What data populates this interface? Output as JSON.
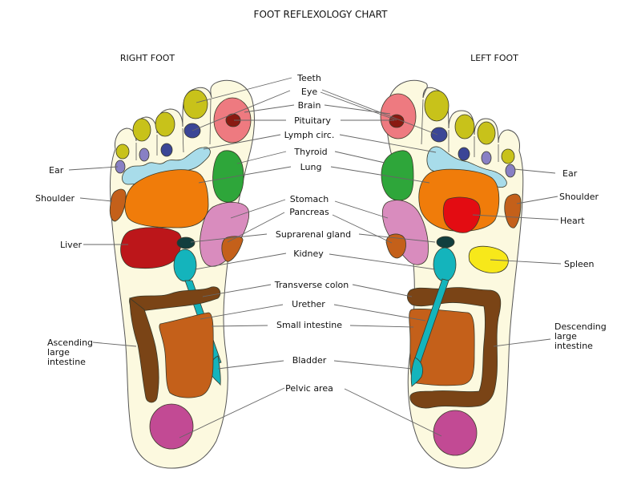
{
  "title": "FOOT REFLEXOLOGY CHART",
  "right_foot_label": "RIGHT FOOT",
  "left_foot_label": "LEFT FOOT",
  "center_labels": {
    "teeth": "Teeth",
    "eye": "Eye",
    "brain": "Brain",
    "pituitary": "Pituitary",
    "lymph": "Lymph circ.",
    "thyroid": "Thyroid",
    "lung": "Lung",
    "stomach": "Stomach",
    "pancreas": "Pancreas",
    "suprarenal": "Suprarenal gland",
    "kidney": "Kidney",
    "transverse": "Transverse colon",
    "urether": "Urether",
    "small_intestine": "Small intestine",
    "bladder": "Bladder",
    "pelvic": "Pelvic area"
  },
  "left_side_labels": {
    "ear": "Ear",
    "shoulder": "Shoulder",
    "liver": "Liver",
    "ascending": [
      "Ascending",
      "large",
      "intestine"
    ]
  },
  "right_side_labels": {
    "ear": "Ear",
    "shoulder": "Shoulder",
    "heart": "Heart",
    "spleen": "Spleen",
    "descending": [
      "Descending",
      "large",
      "intestine"
    ]
  },
  "colors": {
    "foot": "#fcf9df",
    "teeth": "#c8c21a",
    "brain": "#ee7a80",
    "pituitary": "#8a1a12",
    "eye": "#3b4696",
    "ear": "#8880c4",
    "lymph": "#a8dcea",
    "thyroid": "#2ea63a",
    "lung": "#f07c0a",
    "stomach": "#d98cbe",
    "pancreas": "#c4601a",
    "suprarenal": "#123e3e",
    "kidney": "#14b4bc",
    "colon": "#7a4416",
    "small_intestine": "#c4601a",
    "pelvic": "#c24a94",
    "liver": "#bc161a",
    "heart": "#e30c12",
    "spleen": "#f7e81a",
    "shoulder": "#c4601a"
  }
}
